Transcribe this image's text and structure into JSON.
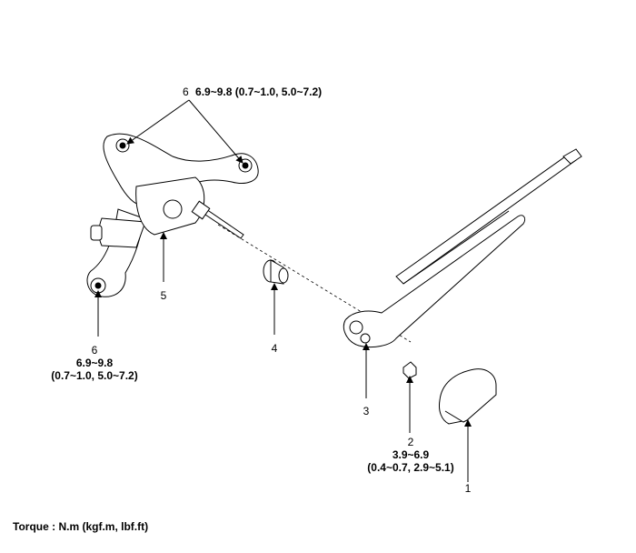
{
  "callouts": {
    "c6_top": {
      "number": "6",
      "torque": "6.9~9.8 (0.7~1.0, 5.0~7.2)"
    },
    "c6_left": {
      "number": "6",
      "torque_line1": "6.9~9.8",
      "torque_line2": "(0.7~1.0, 5.0~7.2)"
    },
    "c5": {
      "number": "5"
    },
    "c4": {
      "number": "4"
    },
    "c3": {
      "number": "3"
    },
    "c2": {
      "number": "2",
      "torque_line1": "3.9~6.9",
      "torque_line2": "(0.4~0.7, 2.9~5.1)"
    },
    "c1": {
      "number": "1"
    }
  },
  "footer": {
    "torque_units": "Torque : N.m (kgf.m, lbf.ft)"
  },
  "colors": {
    "line": "#000000",
    "background": "#ffffff"
  }
}
